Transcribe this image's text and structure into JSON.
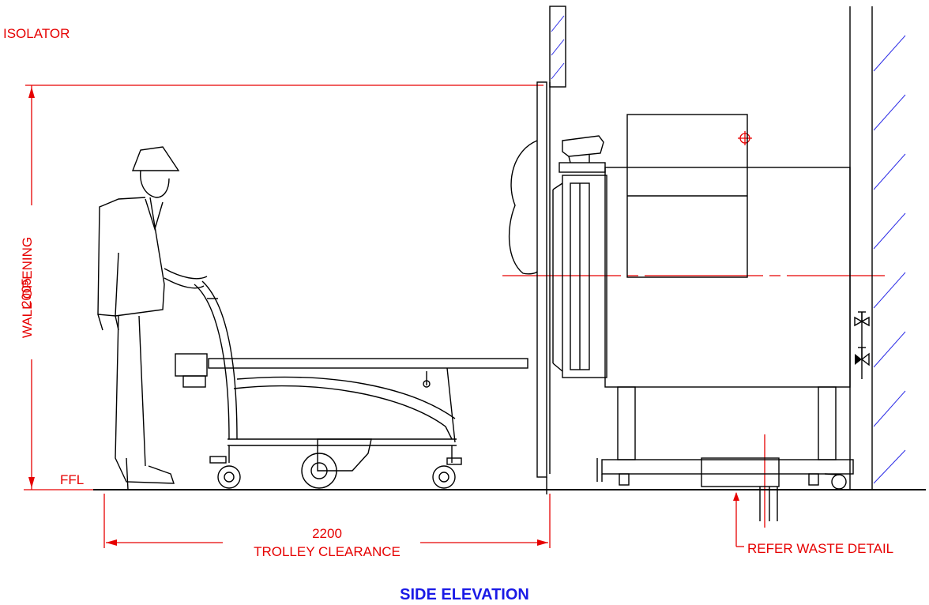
{
  "labels": {
    "isolator": "ISOLATOR",
    "wall_height_value": "2005",
    "wall_height_text": "WALL OPENING",
    "ffl": "FFL",
    "trolley_value": "2200",
    "trolley_text": "TROLLEY CLEARANCE",
    "waste_note": "REFER WASTE DETAIL"
  },
  "title": "SIDE ELEVATION",
  "colors": {
    "annotation": "#e60000",
    "title": "#1a1ae6",
    "outline": "#000000",
    "hatch": "#2a2ae6"
  }
}
